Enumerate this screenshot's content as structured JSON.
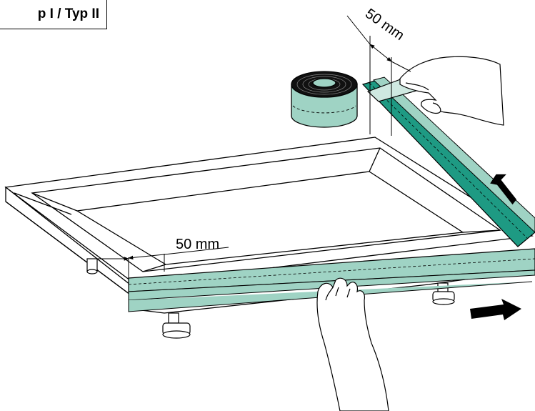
{
  "header": {
    "type_label": "p I  /  Typ II"
  },
  "dimensions": {
    "front_offset": "50 mm",
    "tape_width": "50 mm"
  },
  "colors": {
    "tape": "#9fd3c4",
    "tape_side": "#1e9a83",
    "tape_dark": "#178a74",
    "line": "#000000",
    "fill": "#ffffff"
  },
  "icons": [
    "tape-roll-icon",
    "hand-icon",
    "arrow-right-icon",
    "arrow-up-icon",
    "foot-icon"
  ]
}
